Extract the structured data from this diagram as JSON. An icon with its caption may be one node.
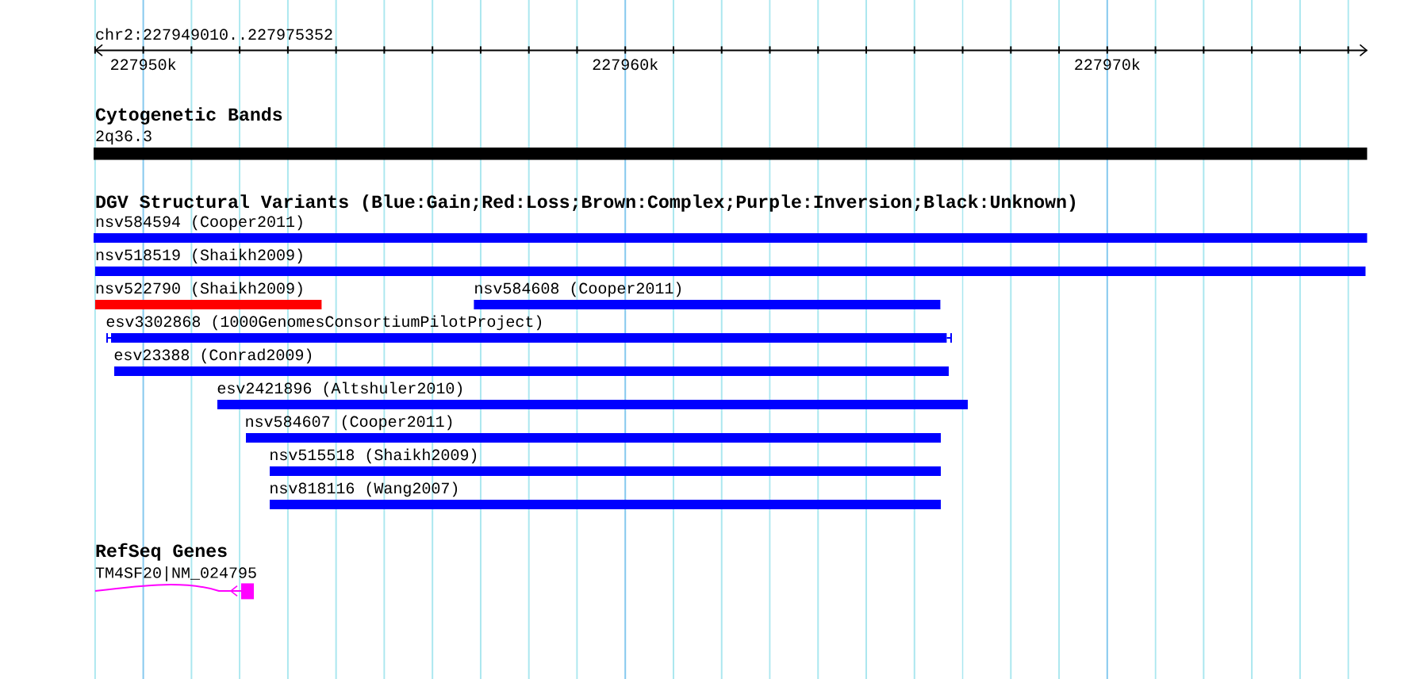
{
  "diagram": {
    "title": "chr2:227949010..227975352",
    "nodes": [
      {
        "text": [
          "2q36.3"
        ]
      },
      {
        "text": [
          "nsv584594 (Cooper2011)"
        ]
      },
      {
        "text": [
          "nsv518519 (Shaikh2009)"
        ]
      },
      {
        "text": [
          "nsv522790 (Shaikh2009)"
        ]
      },
      {
        "text": [
          "nsv584608 (Cooper2011)"
        ]
      },
      {
        "text": [
          "esv3302868 (1000GenomesConsortiumPilotProject)"
        ]
      },
      {
        "text": [
          "esv23388 (Conrad2009)"
        ]
      },
      {
        "text": [
          "esv2421896 (Altshuler2010)"
        ]
      },
      {
        "text": [
          "nsv584607 (Cooper2011)"
        ]
      },
      {
        "text": [
          "nsv515518 (Shaikh2009)"
        ]
      },
      {
        "text": [
          "nsv818116 (Wang2007)"
        ]
      },
      {
        "text": [
          "TM4SF20|NM_024795"
        ]
      }
    ],
    "labels": [
      "227950k",
      "227960k",
      "227970k",
      "Cytogenetic Bands",
      "DGV Structural Variants (Blue:Gain;Red:Loss;Brown:Complex;Purple:Inversion;Black:Unknown)",
      "RefSeq Genes"
    ]
  }
}
